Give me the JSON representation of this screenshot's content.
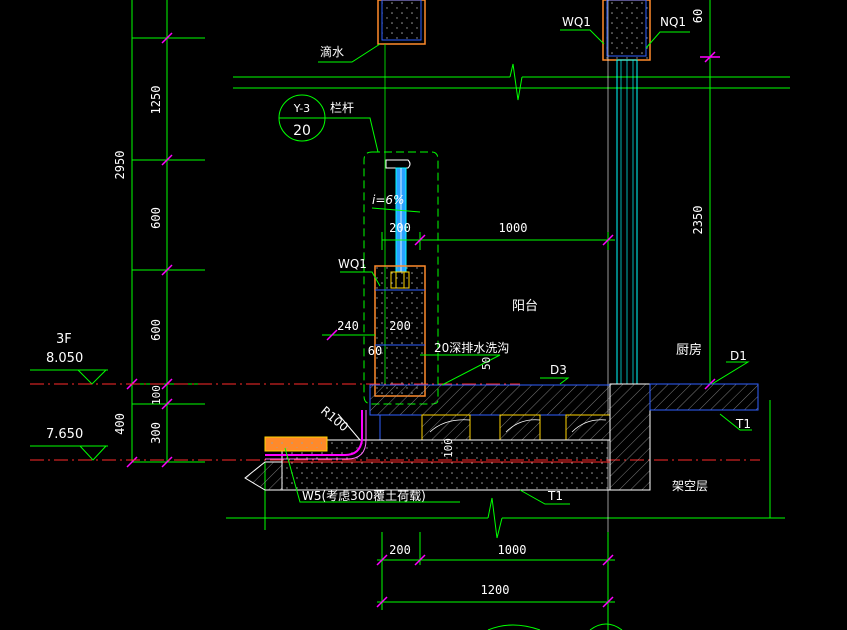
{
  "drawing": {
    "labels": {
      "drip": "滴水",
      "detail_ref_top": "Y-3",
      "detail_ref_bottom": "20",
      "railing": "栏杆",
      "slope": "i=6%",
      "wall_ext_1": "WQ1",
      "wall_int": "NQ1",
      "wall_ext_2": "WQ1",
      "balcony": "阳台",
      "drain": "20深排水洗沟",
      "kitchen": "厨房",
      "d3": "D3",
      "d1": "D1",
      "t1_right": "T1",
      "t1_bottom": "T1",
      "r100": "R100",
      "w5": "W5(考虑300覆土荷载)",
      "overhead": "架空层",
      "floor_3f": "3F",
      "elev_8050": "8.050",
      "elev_7650": "7.650"
    },
    "dims": {
      "d1250": "1250",
      "d2950": "2950",
      "d600a": "600",
      "d600b": "600",
      "d100": "100",
      "d400": "400",
      "d300": "300",
      "d2350": "2350",
      "d60top": "60",
      "d200a": "200",
      "d1000a": "1000",
      "d200b": "200",
      "d240": "240",
      "d60": "60",
      "d50": "50",
      "d100b": "100",
      "d200c": "200",
      "d1000b": "1000",
      "d1200": "1200"
    }
  },
  "colors": {
    "green": "#00ff00",
    "cyan": "#00ffff",
    "magenta": "#ff00ff",
    "red": "#ff2a2a",
    "blue": "#3060ff",
    "orange": "#ff8a2a",
    "white": "#ffffff",
    "yellow": "#ffd400",
    "gray": "#8a8a8a"
  }
}
